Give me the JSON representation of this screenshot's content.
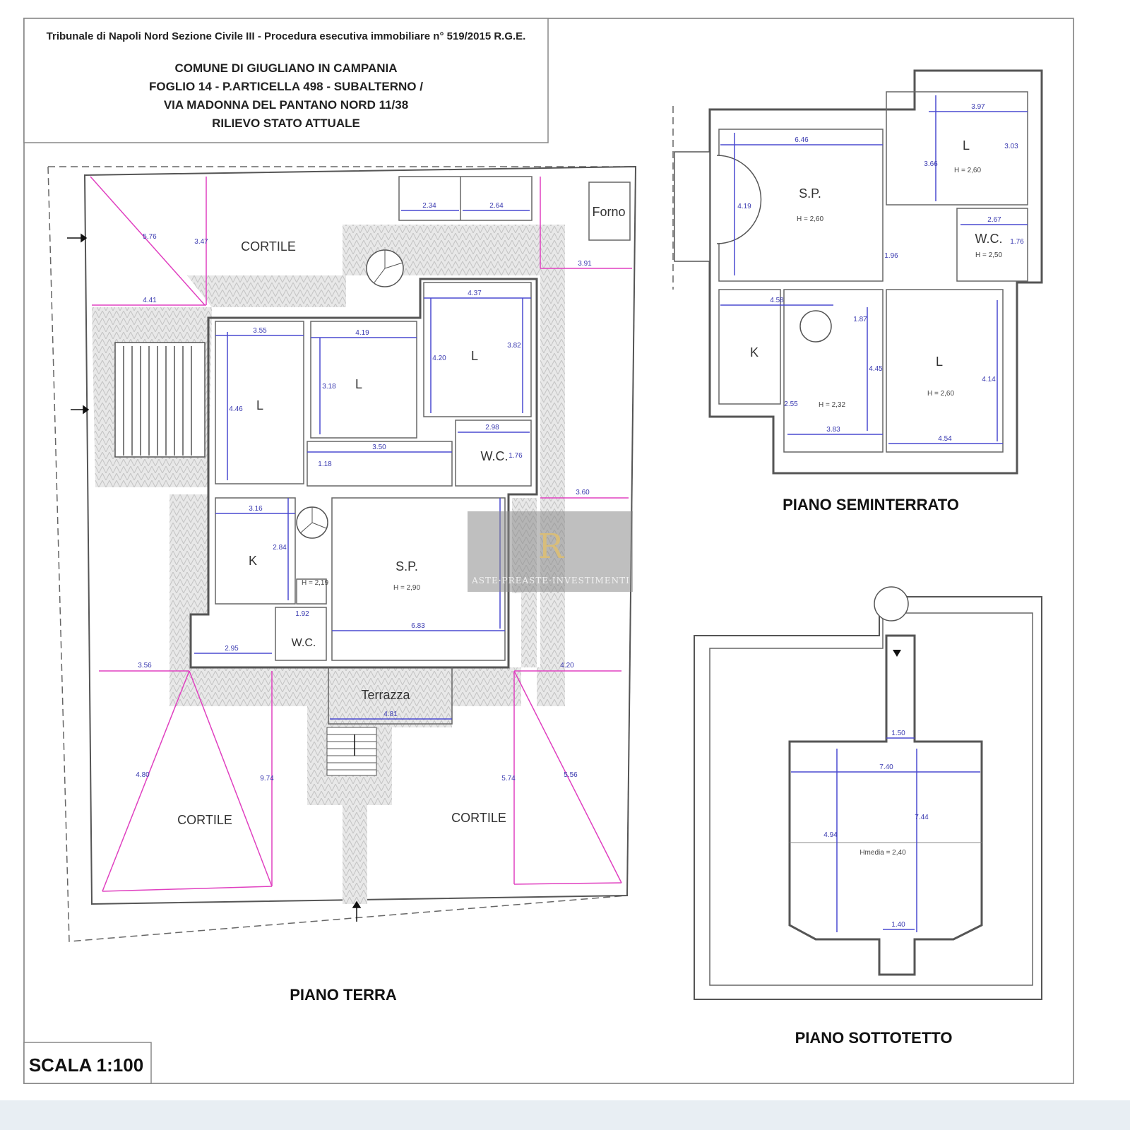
{
  "header": {
    "line1": "Tribunale di Napoli Nord Sezione Civile III - Procedura esecutiva immobiliare n° 519/2015 R.G.E.",
    "line2": "COMUNE DI GIUGLIANO IN CAMPANIA",
    "line3": "FOGLIO 14 - P.ARTICELLA 498 - SUBALTERNO /",
    "line4": "VIA MADONNA DEL PANTANO NORD 11/38",
    "line5": "RILIEVO STATO ATTUALE"
  },
  "scale": "SCALA 1:100",
  "watermark": "ASTE·PREASTE·INVESTIMENTI",
  "piano_terra": {
    "title": "PIANO TERRA",
    "rooms": {
      "cortile_top": "CORTILE",
      "forno": "Forno",
      "l1": "L",
      "l2": "L",
      "l3": "L",
      "wc1": "W.C.",
      "k": "K",
      "sp": "S.P.",
      "sp_h": "H = 2,90",
      "wc2": "W.C.",
      "h219": "H = 2,19",
      "terrazza": "Terrazza",
      "cortile_left": "CORTILE",
      "cortile_right": "CORTILE"
    },
    "dims": [
      "2.34",
      "2.64",
      "3.55",
      "4.19",
      "4.37",
      "3.50",
      "2.98",
      "3.16",
      "6.83",
      "2.95",
      "4.81",
      "1.92",
      "3.91",
      "3.60",
      "3.56",
      "4.20",
      "4.41",
      "5.76",
      "3.47",
      "4.46",
      "3.18",
      "4.20",
      "3.82",
      "1.76",
      "1.18",
      "2.84",
      "5.74",
      "5.56",
      "4.80",
      "9.74"
    ]
  },
  "piano_seminterrato": {
    "title": "PIANO SEMINTERRATO",
    "rooms": {
      "sp": "S.P.",
      "sp_h": "H = 2,60",
      "l1": "L",
      "l1_h": "H = 2,60",
      "wc": "W.C.",
      "wc_h": "H = 2,50",
      "k": "K",
      "h232": "H = 2,32",
      "l2": "L",
      "l2_h": "H = 2,60"
    },
    "dims": [
      "6.46",
      "3.97",
      "3.66",
      "3.03",
      "2.67",
      "1.76",
      "4.19",
      "4.58",
      "1.87",
      "3.83",
      "4.54",
      "4.45",
      "4.14",
      "2.55",
      "1.96"
    ]
  },
  "piano_sottotetto": {
    "title": "PIANO SOTTOTETTO",
    "h": "Hmedia = 2,40",
    "dims": [
      "1.50",
      "7.40",
      "7.44",
      "4.94",
      "1.40"
    ]
  }
}
